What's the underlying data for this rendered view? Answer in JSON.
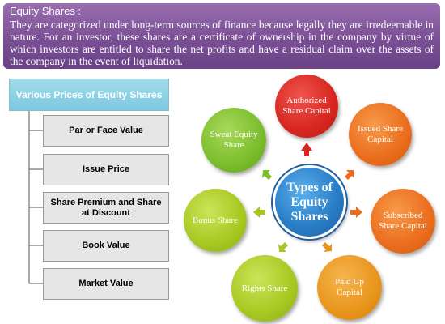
{
  "definition": {
    "title": "Equity Shares :",
    "text": "They are categorized under long-term sources of finance because legally they are irredeemable in nature. For an investor, these shares are a certificate of ownership in the company by virtue of which investors are entitled to share the net profits and have a residual claim over the assets of the company in the event of liquidation."
  },
  "prices": {
    "heading": "Various Prices of Equity Shares",
    "items": [
      "Par or Face Value",
      "Issue Price",
      "Share Premium and Share at Discount",
      "Book Value",
      "Market Value"
    ]
  },
  "types": {
    "center": "Types of Equity Shares",
    "items": [
      "Authorized Share Capital",
      "Issued Share Capital",
      "Subscribed Share Capital",
      "Paid Up Capital",
      "Rights Share",
      "Bonus Share",
      "Sweat Equity Share"
    ]
  },
  "colors": {
    "definition_bg": "#7a4f95",
    "heading_bg": "#7ec8e0",
    "item_bg": "#e6e6e6",
    "center_bg": "#2a7fc8",
    "red": "#d7261f",
    "orange": "#ea6d1d",
    "gold": "#e8951c",
    "yellow_green": "#a6c821",
    "green": "#7bbd2c"
  }
}
